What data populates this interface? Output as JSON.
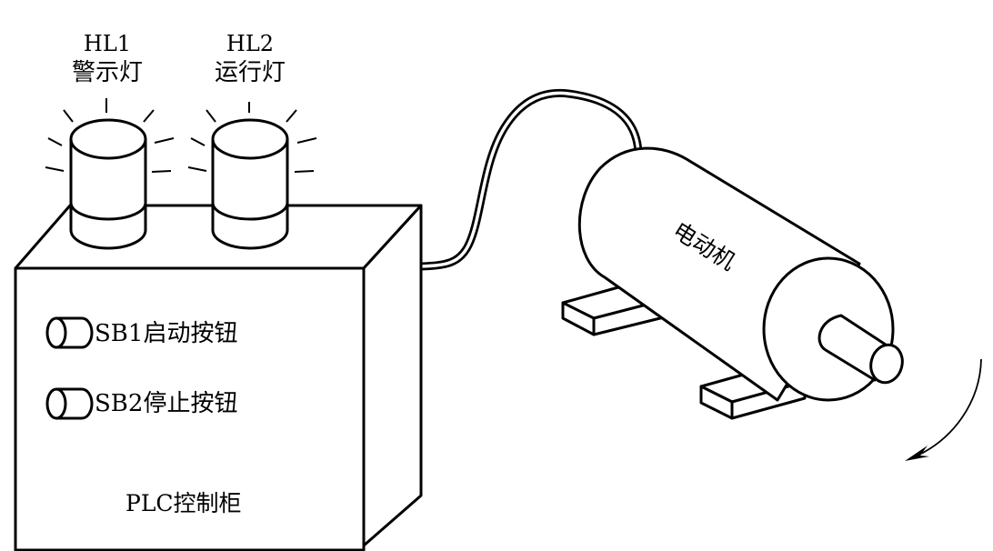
{
  "lamps": [
    {
      "code": "HL1",
      "name": "警示灯"
    },
    {
      "code": "HL2",
      "name": "运行灯"
    }
  ],
  "buttons": [
    {
      "label": "SB1启动按钮"
    },
    {
      "label": "SB2停止按钮"
    }
  ],
  "cabinet_label": "PLC控制柜",
  "motor_label": "电动机",
  "colors": {
    "line": "#000000",
    "background": "#ffffff"
  }
}
